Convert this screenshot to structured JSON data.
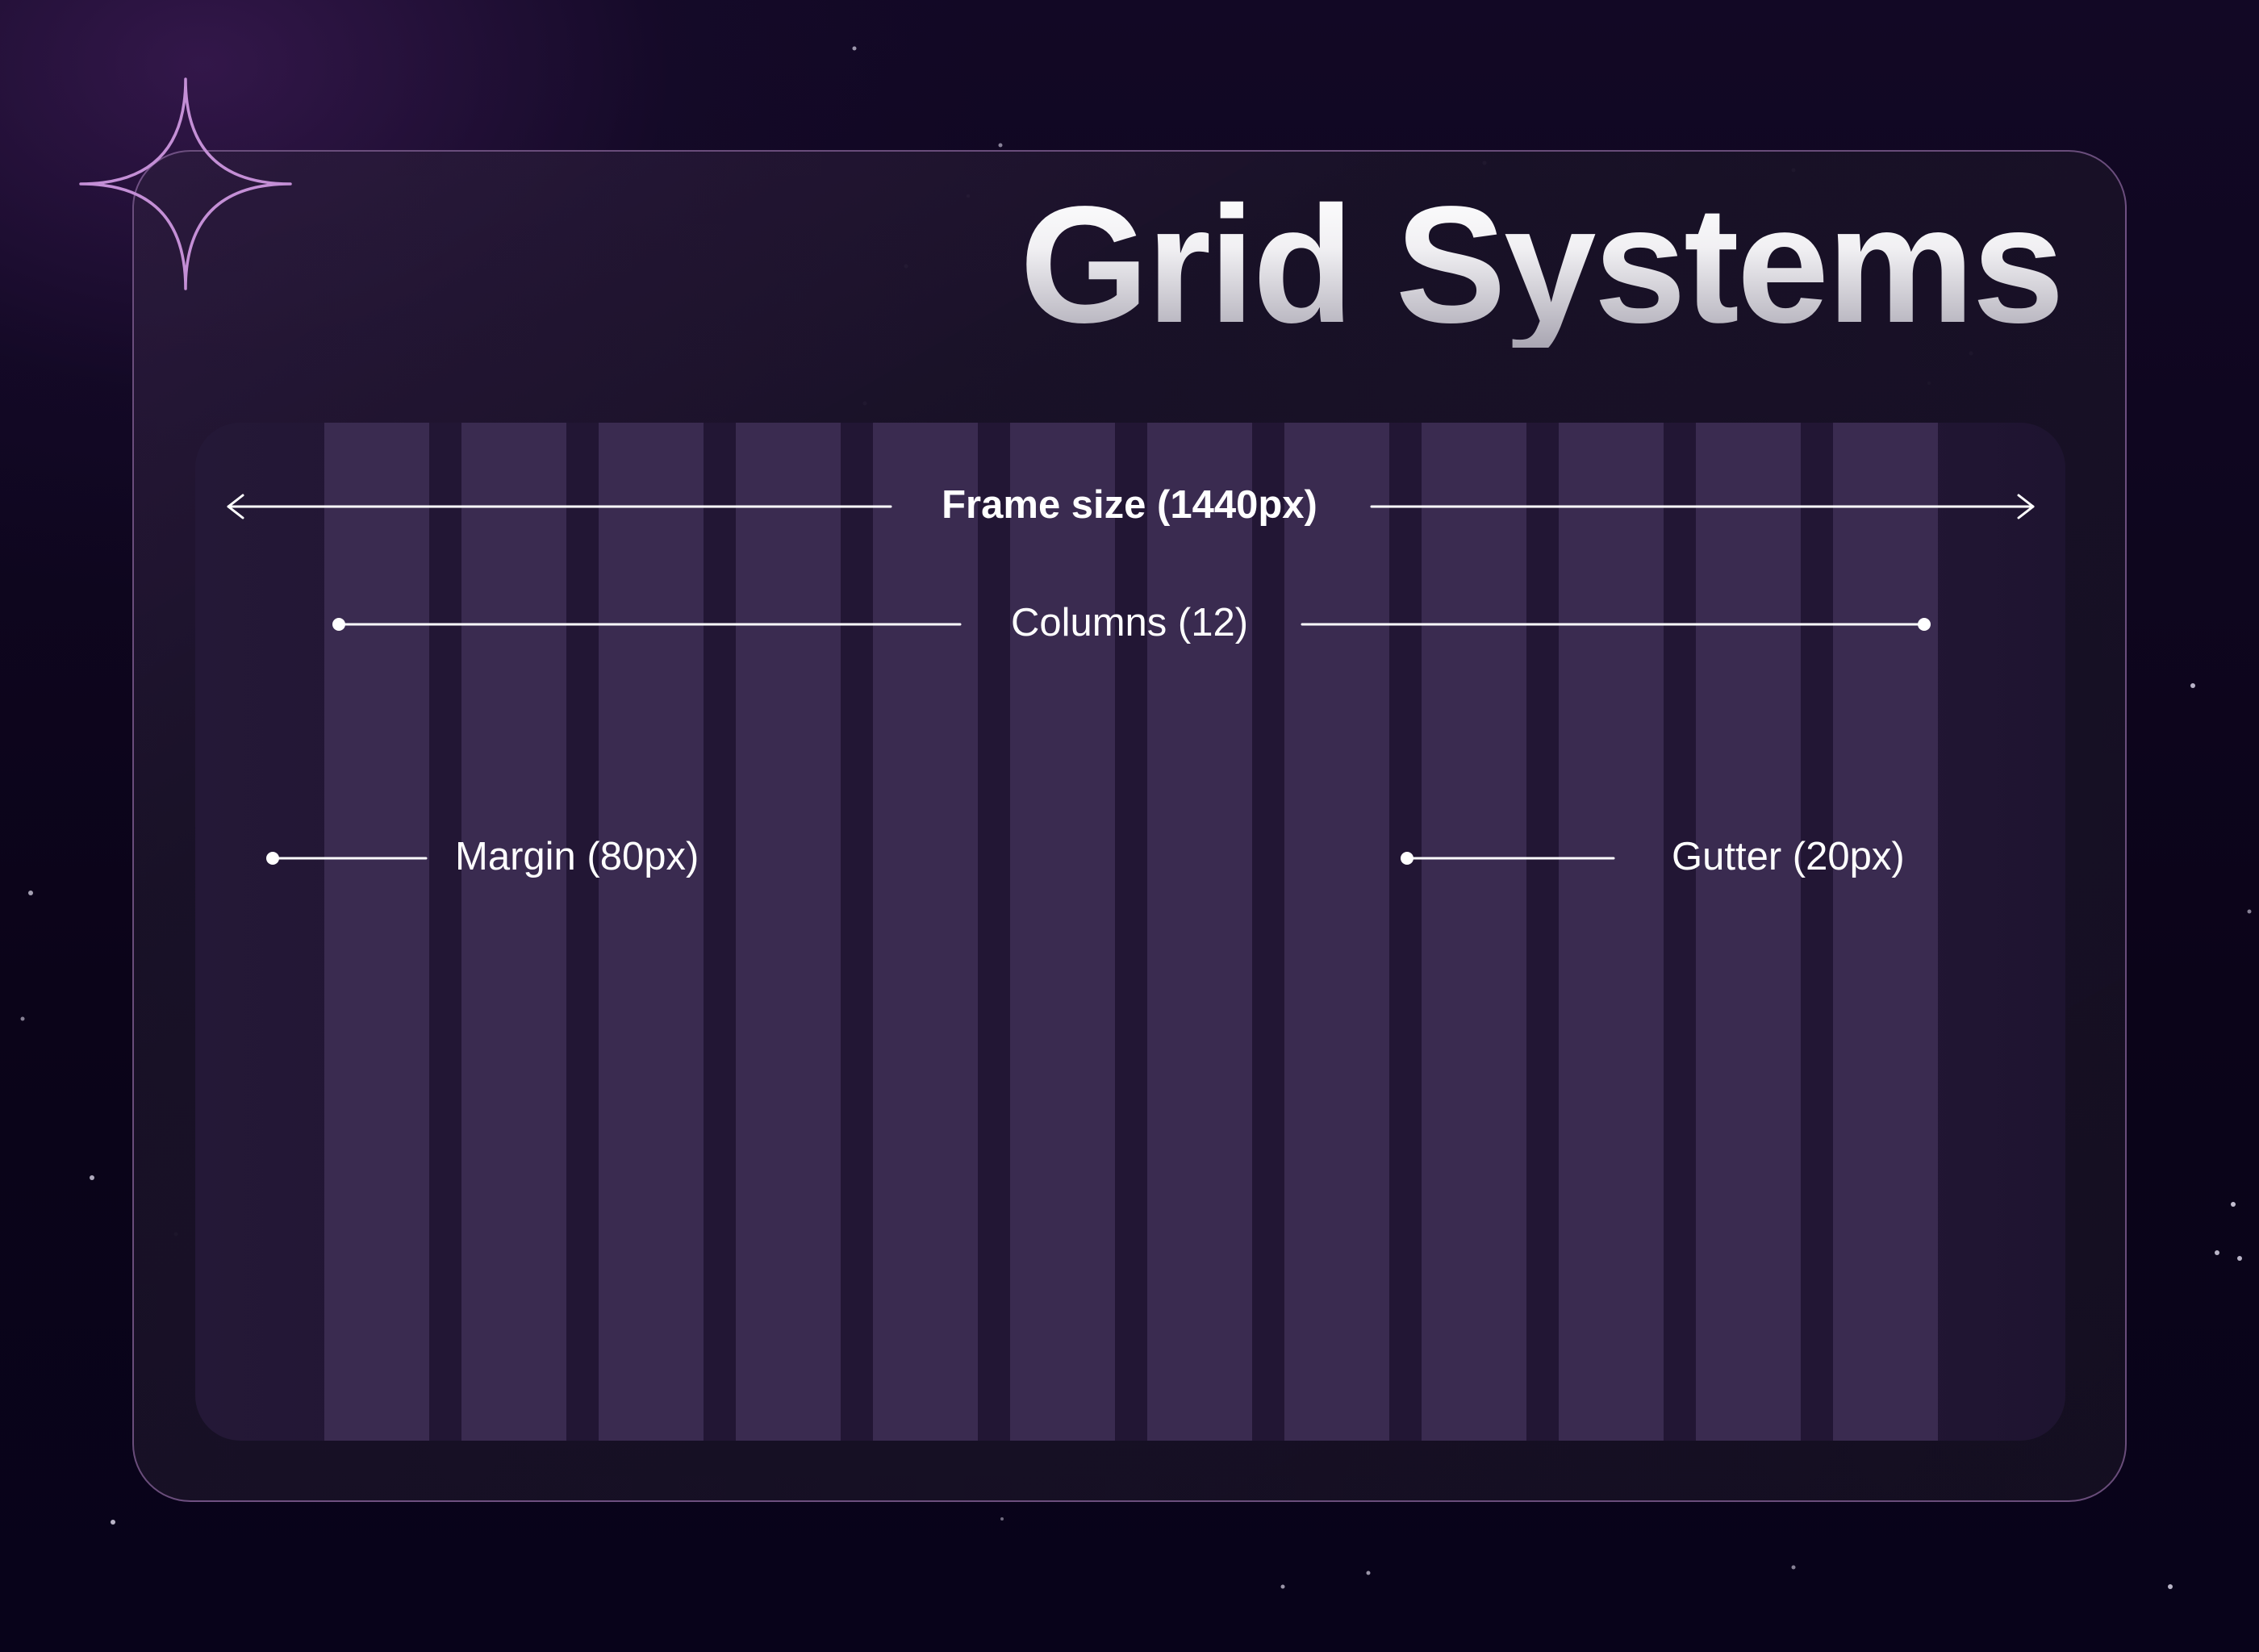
{
  "title": "Grid Systems",
  "labels": {
    "frame_size": "Frame size (1440px)",
    "columns": "Columns (12)",
    "margin": "Margin (80px)",
    "gutter": "Gutter (20px)"
  },
  "grid": {
    "column_count": 12
  },
  "colors": {
    "background": "#0a0418",
    "card": "#1a1228",
    "card_border": "#966eaa",
    "frame": "#221634",
    "column": "#3a2b50",
    "sparkle": "#c48fd6",
    "text": "#ffffff"
  },
  "icons": {
    "sparkle": "four-point-star-icon"
  }
}
